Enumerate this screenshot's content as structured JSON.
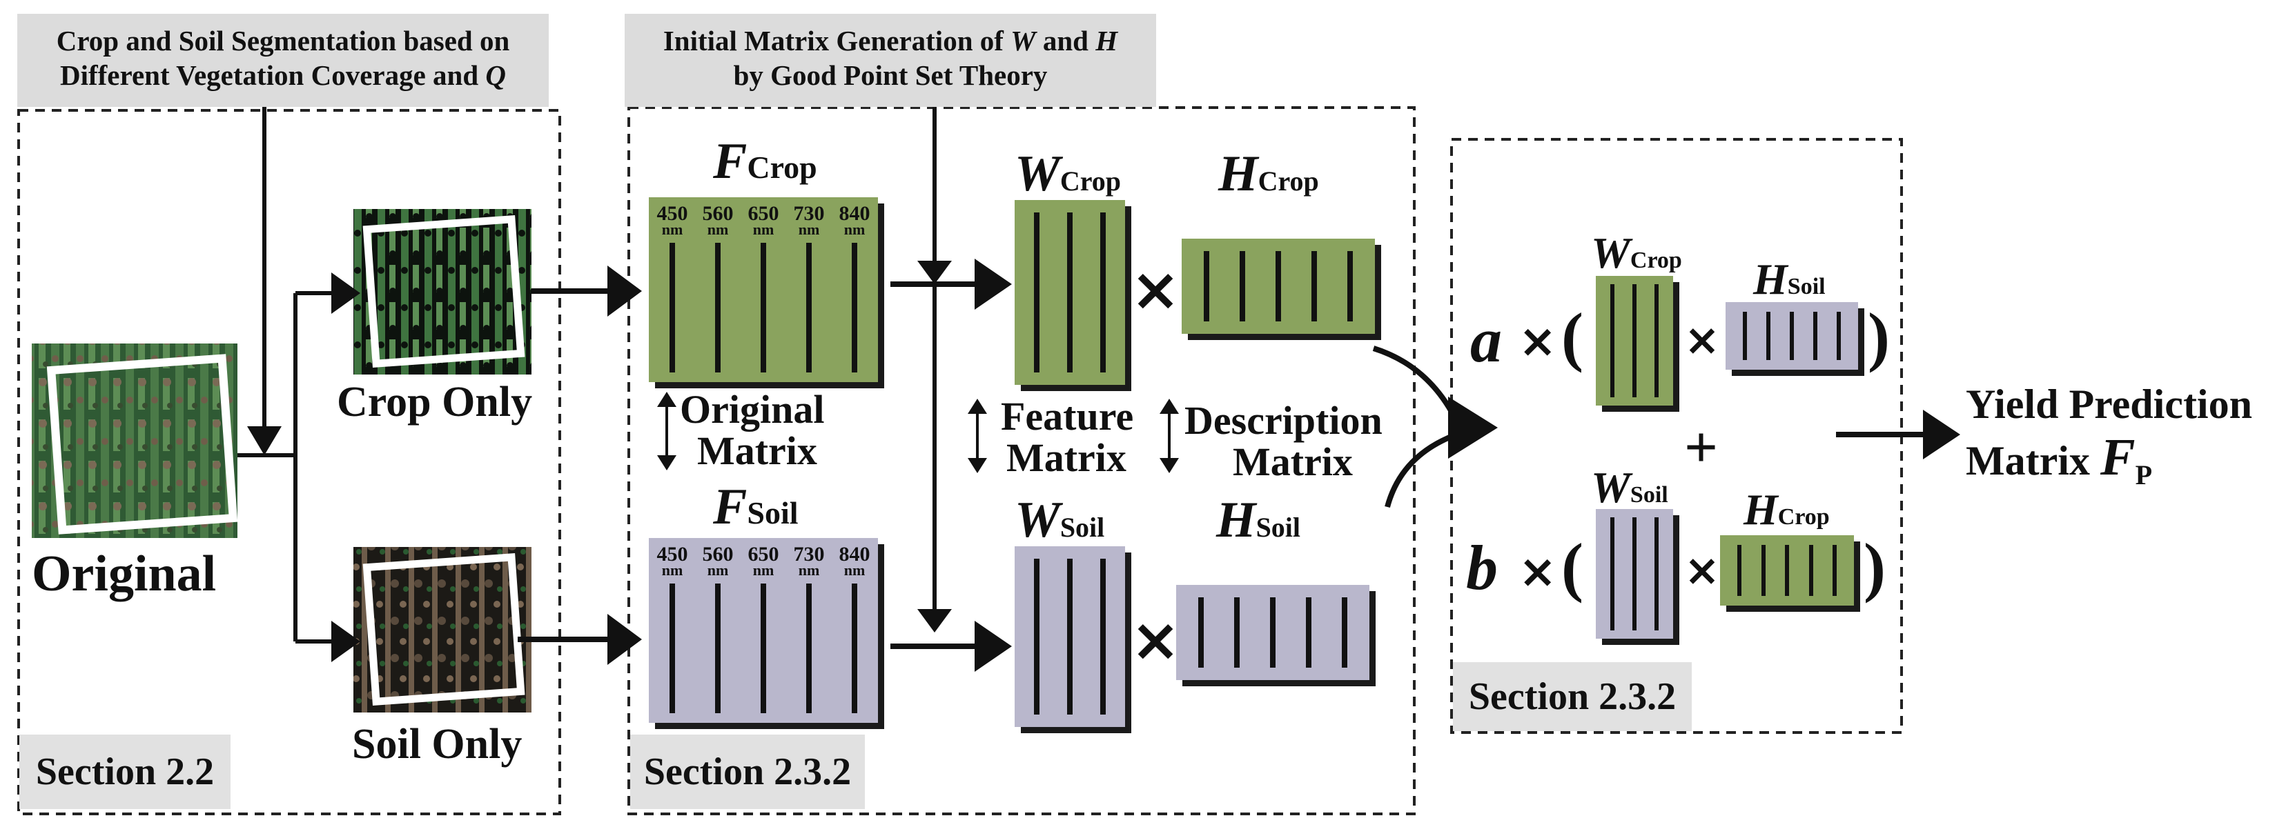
{
  "header_left": {
    "line1": "Crop and Soil Segmentation based on",
    "line2": "Different Vegetation Coverage and",
    "q": "Q"
  },
  "header_mid": {
    "line1_a": "Initial Matrix Generation of",
    "w": "W",
    "and": "and",
    "h": "H",
    "line2": "by Good Point Set Theory"
  },
  "labels": {
    "original": "Original",
    "crop_only": "Crop Only",
    "soil_only": "Soil Only",
    "original_matrix_1": "Original",
    "original_matrix_2": "Matrix",
    "feature_matrix_1": "Feature",
    "feature_matrix_2": "Matrix",
    "description_matrix_1": "Description",
    "description_matrix_2": "Matrix",
    "yield_1": "Yield Prediction",
    "yield_2": "Matrix",
    "yield_f": "F",
    "yield_p": "P"
  },
  "sections": {
    "s1": "Section 2.2",
    "s2": "Section 2.3.2",
    "s3": "Section 2.3.2"
  },
  "matrices": {
    "f": "F",
    "w": "W",
    "h": "H",
    "crop": "Crop",
    "soil": "Soil"
  },
  "wavelengths": [
    "450",
    "560",
    "650",
    "730",
    "840"
  ],
  "nm": "nm",
  "ops": {
    "times": "×",
    "plus": "+",
    "a": "a",
    "b": "b",
    "lparen": "(",
    "rparen": ")"
  },
  "colors": {
    "crop_matrix": "#8aa35e",
    "soil_matrix": "#b9b7cc",
    "header_bg": "#dcdcdc"
  }
}
